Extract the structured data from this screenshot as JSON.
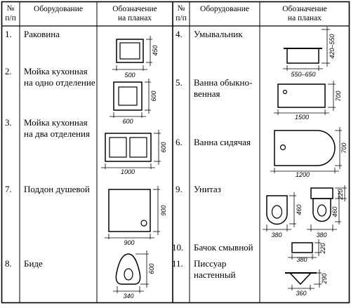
{
  "header": {
    "num_l1": "№",
    "num_l2": "п/п",
    "equipment": "Оборудование",
    "designation_l1": "Обозначение",
    "designation_l2": "на планах"
  },
  "left_rows": [
    {
      "num": "1.",
      "name_lines": [
        "Раковина"
      ],
      "dims": [
        "500",
        "450"
      ]
    },
    {
      "num": "2.",
      "name_lines": [
        "Мойка кухонная",
        "на одно отделение"
      ],
      "dims": [
        "600",
        "600"
      ]
    },
    {
      "num": "3.",
      "name_lines": [
        "Мойка кухонная",
        "на два отделения"
      ],
      "dims": [
        "1000",
        "600"
      ]
    },
    {
      "num": "7.",
      "name_lines": [
        "Поддон душевой"
      ],
      "dims": [
        "900",
        "900"
      ]
    },
    {
      "num": "8.",
      "name_lines": [
        "Биде"
      ],
      "dims": [
        "340",
        "600"
      ]
    }
  ],
  "right_rows": [
    {
      "num": "4.",
      "name_lines": [
        "Умывальник"
      ],
      "dims": [
        "550–650",
        "420–550"
      ]
    },
    {
      "num": "5.",
      "name_lines": [
        "Ванна обыкно-",
        "венная"
      ],
      "dims": [
        "1500",
        "700"
      ]
    },
    {
      "num": "6.",
      "name_lines": [
        "Ванна сидячая"
      ],
      "dims": [
        "1200",
        "700"
      ]
    },
    {
      "num": "9.",
      "name_lines": [
        "Унитаз"
      ],
      "dims": [
        "380",
        "460",
        "380",
        "460",
        "220"
      ]
    },
    {
      "num": "10.",
      "name_lines": [
        "Бачок смывной"
      ],
      "dims": [
        "380",
        "220"
      ]
    },
    {
      "num": "11.",
      "name_lines": [
        "Писсуар",
        "настенный"
      ],
      "dims": [
        "360",
        "290"
      ]
    }
  ]
}
